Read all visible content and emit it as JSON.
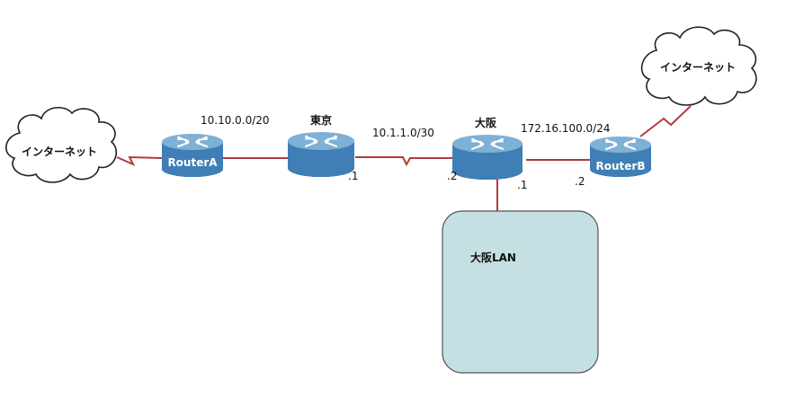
{
  "colors": {
    "link": "#b23a3a",
    "router_top": "#7fb0d6",
    "router_body": "#3f7fb6",
    "router_dark": "#2c5f8c",
    "lan_fill": "#c5e0e2",
    "lan_stroke": "#555555",
    "cloud_stroke": "#222222"
  },
  "clouds": {
    "left": {
      "label": "インターネット",
      "icon": "cloud-icon"
    },
    "right": {
      "label": "インターネット",
      "icon": "cloud-icon"
    }
  },
  "routers": {
    "routerA": {
      "name": "RouterA",
      "icon": "router-icon"
    },
    "tokyo": {
      "name": "東京",
      "icon": "router-icon"
    },
    "osaka": {
      "name": "大阪",
      "icon": "router-icon"
    },
    "routerB": {
      "name": "RouterB",
      "icon": "router-icon"
    }
  },
  "networks": {
    "a_tokyo": "10.10.0.0/20",
    "tokyo_osaka": "10.1.1.0/30",
    "osaka_b": "172.16.100.0/24"
  },
  "interfaces": {
    "tokyo": ".1",
    "osaka_west": ".2",
    "osaka_lan": ".1",
    "routerB": ".2"
  },
  "lan": {
    "label": "大阪LAN"
  }
}
